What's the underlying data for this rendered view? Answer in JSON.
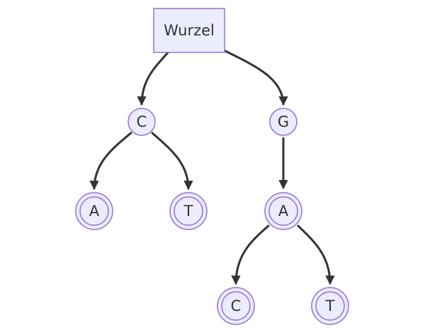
{
  "diagram": {
    "type": "tree",
    "nodes": {
      "root": {
        "label": "Wurzel",
        "shape": "rect"
      },
      "c1": {
        "label": "C",
        "shape": "circle"
      },
      "g1": {
        "label": "G",
        "shape": "circle"
      },
      "a1": {
        "label": "A",
        "shape": "double-circle"
      },
      "t1": {
        "label": "T",
        "shape": "double-circle"
      },
      "a2": {
        "label": "A",
        "shape": "double-circle"
      },
      "c2": {
        "label": "C",
        "shape": "double-circle"
      },
      "t2": {
        "label": "T",
        "shape": "double-circle"
      }
    },
    "edges": [
      {
        "from": "root",
        "to": "c1"
      },
      {
        "from": "root",
        "to": "g1"
      },
      {
        "from": "c1",
        "to": "a1"
      },
      {
        "from": "c1",
        "to": "t1"
      },
      {
        "from": "g1",
        "to": "a2"
      },
      {
        "from": "a2",
        "to": "c2"
      },
      {
        "from": "a2",
        "to": "t2"
      }
    ],
    "colors": {
      "node_fill": "#ececff",
      "node_stroke": "#9370db",
      "edge": "#333333",
      "text": "#333333"
    }
  }
}
